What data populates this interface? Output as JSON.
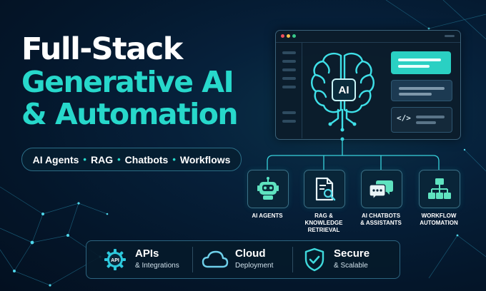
{
  "headline": {
    "line1": "Full-Stack",
    "line2": "Generative AI",
    "line3": "& Automation"
  },
  "tags": {
    "items": [
      "AI Agents",
      "RAG",
      "Chatbots",
      "Workflows"
    ],
    "separator": "•"
  },
  "mockup": {
    "ai_label": "AI",
    "code_label": "</>"
  },
  "services": [
    {
      "label": "AI AGENTS",
      "icon": "robot-icon"
    },
    {
      "label": "RAG &\nKNOWLEDGE\nRETRIEVAL",
      "icon": "document-search-icon"
    },
    {
      "label": "AI CHATBOTS\n& ASSISTANTS",
      "icon": "chat-bubbles-icon"
    },
    {
      "label": "WORKFLOW\nAUTOMATION",
      "icon": "workflow-icon"
    }
  ],
  "features": [
    {
      "title": "APIs",
      "subtitle": "& Integrations",
      "icon": "api-gear-icon",
      "icon_text": "API"
    },
    {
      "title": "Cloud",
      "subtitle": "Deployment",
      "icon": "cloud-icon"
    },
    {
      "title": "Secure",
      "subtitle": "& Scalable",
      "icon": "shield-check-icon"
    }
  ],
  "colors": {
    "accent": "#27d8cb",
    "background": "#041524",
    "panel_border": "#2d6580",
    "window_dot_red": "#ef4f5c",
    "window_dot_yellow": "#f2c14b",
    "window_dot_green": "#38c98a"
  }
}
